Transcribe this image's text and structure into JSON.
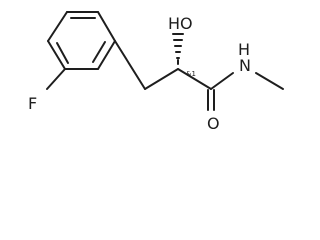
{
  "molecule": {
    "labels": {
      "fluorine": "F",
      "hydroxyl": "HO",
      "stereo": "&1",
      "amide_nitrogen": "N",
      "amide_hydrogen": "H",
      "carbonyl_oxygen": "O"
    },
    "colors": {
      "bond": "#1e1e1e",
      "background": "#ffffff"
    },
    "stereochemistry": "wedged-dashed"
  }
}
